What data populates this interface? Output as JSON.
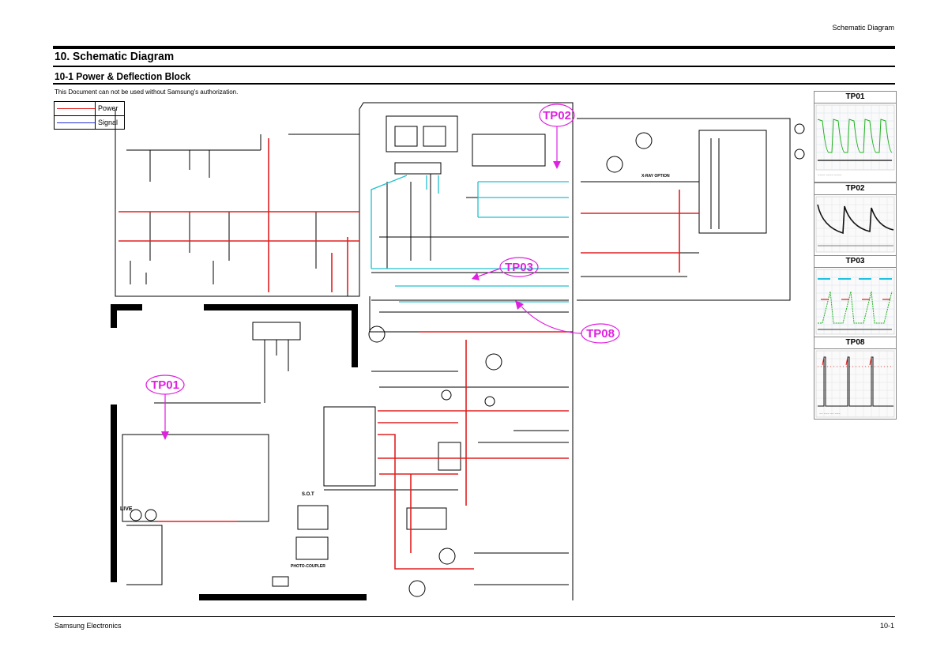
{
  "header": {
    "running_title": "Schematic Diagram"
  },
  "chapter_title": "10. Schematic Diagram",
  "section_title": "10-1 Power & Deflection Block",
  "notice": "This Document can not be used without Samsung's authorization.",
  "legend": [
    {
      "label": "Power",
      "color": "#e02020"
    },
    {
      "label": "Signal",
      "color": "#2030d0"
    }
  ],
  "schematic": {
    "net_color_power": "#e02020",
    "net_color_signal": "#20c0d0",
    "test_point_color": "#e020e0",
    "test_points": [
      "TP01",
      "TP02",
      "TP03",
      "TP08"
    ],
    "component_labels": [
      "LIVE",
      "PHOTO-COUPLER",
      "X-RAY OPTION",
      "S.O.T"
    ]
  },
  "waveforms": [
    {
      "label": "TP01"
    },
    {
      "label": "TP02"
    },
    {
      "label": "TP03"
    },
    {
      "label": "TP08"
    }
  ],
  "footer": {
    "company": "Samsung Electronics",
    "page": "10-1"
  }
}
